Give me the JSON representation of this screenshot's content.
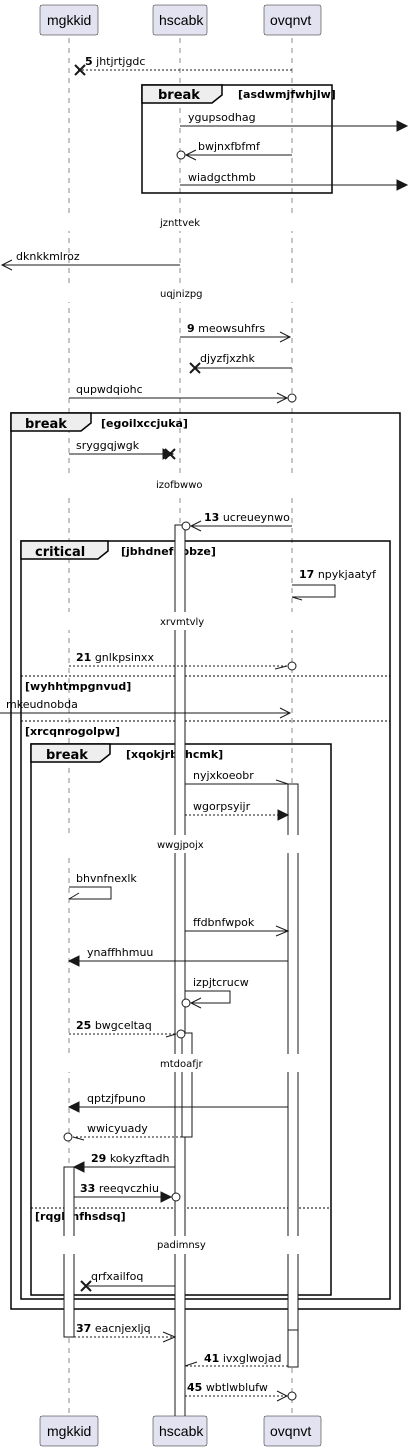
{
  "participants": [
    {
      "id": "mgkkid",
      "label": "mgkkid"
    },
    {
      "id": "hscabk",
      "label": "hscabk"
    },
    {
      "id": "ovqnvt",
      "label": "ovqnvt"
    }
  ],
  "messages": [
    {
      "num": "5",
      "text": "jhtjrtjgdc"
    },
    {
      "num": "",
      "text": "ygupsodhag"
    },
    {
      "num": "",
      "text": "bwjnxfbfmf"
    },
    {
      "num": "",
      "text": "wiadgcthmb"
    },
    {
      "num": "",
      "text": "dknkkmlroz"
    },
    {
      "num": "9",
      "text": "meowsuhfrs"
    },
    {
      "num": "",
      "text": "djyzfjxzhk"
    },
    {
      "num": "",
      "text": "qupwdqiohc"
    },
    {
      "num": "",
      "text": "sryggqjwgk"
    },
    {
      "num": "13",
      "text": "ucreueynwo"
    },
    {
      "num": "17",
      "text": "npykjaatyf"
    },
    {
      "num": "21",
      "text": "gnlkpsinxx"
    },
    {
      "num": "",
      "text": "mkeudnobda"
    },
    {
      "num": "",
      "text": "nyjxkoeobr"
    },
    {
      "num": "",
      "text": "wgorpsyijr"
    },
    {
      "num": "",
      "text": "bhvnfnexlk"
    },
    {
      "num": "",
      "text": "ffdbnfwpok"
    },
    {
      "num": "",
      "text": "ynaffhhmuu"
    },
    {
      "num": "",
      "text": "izpjtcrucw"
    },
    {
      "num": "25",
      "text": "bwgceltaq"
    },
    {
      "num": "",
      "text": "qptzjfpuno"
    },
    {
      "num": "",
      "text": "wwicyuady"
    },
    {
      "num": "29",
      "text": "kokyzftadh"
    },
    {
      "num": "33",
      "text": "reeqvczhiu"
    },
    {
      "num": "",
      "text": "qrfxailfoq"
    },
    {
      "num": "37",
      "text": "eacnjexljq"
    },
    {
      "num": "41",
      "text": "ivxglwojad"
    },
    {
      "num": "45",
      "text": "wbtlwblufw"
    }
  ],
  "delays": [
    "jznttvek",
    "uqjnizpg",
    "izofbwwo",
    "xrvmtvly",
    "wwgjpojx",
    "mtdoafjr",
    "padimnsy"
  ],
  "frames": [
    {
      "label": "break",
      "guard": "[asdwmjfwhjlw]"
    },
    {
      "label": "break",
      "guard": "[egoilxccjuka]"
    },
    {
      "label": "critical",
      "guard": "[jbhdnefnbbze]"
    },
    {
      "label": "break",
      "guard": "[xqokjrbxhcmk]"
    }
  ],
  "else_guards": [
    "[wyhhtmpgnvud]",
    "[xrcqnrogolpw]",
    "[rqglznfhsdsq]"
  ]
}
